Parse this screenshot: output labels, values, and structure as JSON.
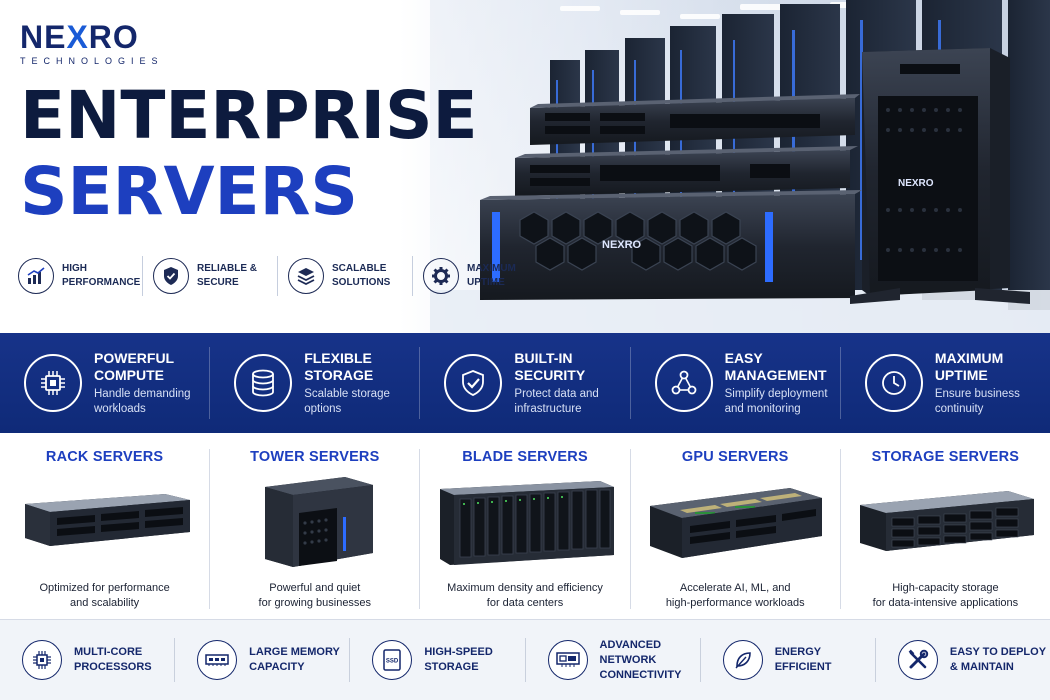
{
  "brand": {
    "logo_pre": "NE",
    "logo_x": "X",
    "logo_post": "RO",
    "tagline": "TECHNOLOGIES",
    "server_badge": "NEXRO"
  },
  "hero": {
    "title_line1": "ENTERPRISE",
    "title_line2": "SERVERS",
    "features": [
      {
        "icon": "chart-icon",
        "label": "HIGH\nPERFORMANCE"
      },
      {
        "icon": "shield-icon",
        "label": "RELIABLE &\nSECURE"
      },
      {
        "icon": "layers-icon",
        "label": "SCALABLE\nSOLUTIONS"
      },
      {
        "icon": "gear-icon",
        "label": "MAXIMUM\nUPTIME"
      }
    ]
  },
  "band": [
    {
      "icon": "cpu-icon",
      "title": "POWERFUL\nCOMPUTE",
      "sub": "Handle demanding\nworkloads"
    },
    {
      "icon": "database-icon",
      "title": "FLEXIBLE\nSTORAGE",
      "sub": "Scalable storage\noptions"
    },
    {
      "icon": "shield-check-icon",
      "title": "BUILT-IN\nSECURITY",
      "sub": "Protect data and\ninfrastructure"
    },
    {
      "icon": "network-icon",
      "title": "EASY\nMANAGEMENT",
      "sub": "Simplify deployment\nand monitoring"
    },
    {
      "icon": "clock-icon",
      "title": "MAXIMUM\nUPTIME",
      "sub": "Ensure business\ncontinuity"
    }
  ],
  "products": [
    {
      "title": "RACK SERVERS",
      "desc": "Optimized for performance\nand scalability"
    },
    {
      "title": "TOWER SERVERS",
      "desc": "Powerful and quiet\nfor growing businesses"
    },
    {
      "title": "BLADE SERVERS",
      "desc": "Maximum density and efficiency\nfor data centers"
    },
    {
      "title": "GPU SERVERS",
      "desc": "Accelerate AI, ML, and\nhigh-performance workloads"
    },
    {
      "title": "STORAGE SERVERS",
      "desc": "High-capacity storage\nfor data-intensive applications"
    }
  ],
  "bottom": [
    {
      "icon": "processor-icon",
      "label": "MULTI-CORE\nPROCESSORS"
    },
    {
      "icon": "memory-icon",
      "label": "LARGE MEMORY\nCAPACITY"
    },
    {
      "icon": "ssd-icon",
      "label": "HIGH-SPEED\nSTORAGE",
      "badge": "SSD"
    },
    {
      "icon": "network-card-icon",
      "label": "ADVANCED NETWORK\nCONNECTIVITY"
    },
    {
      "icon": "leaf-icon",
      "label": "ENERGY\nEFFICIENT"
    },
    {
      "icon": "tools-icon",
      "label": "EASY TO DEPLOY\n& MAINTAIN"
    }
  ],
  "colors": {
    "navy": "#0d1b3e",
    "accent_blue": "#1d3fbf",
    "band_blue": "#173389"
  }
}
